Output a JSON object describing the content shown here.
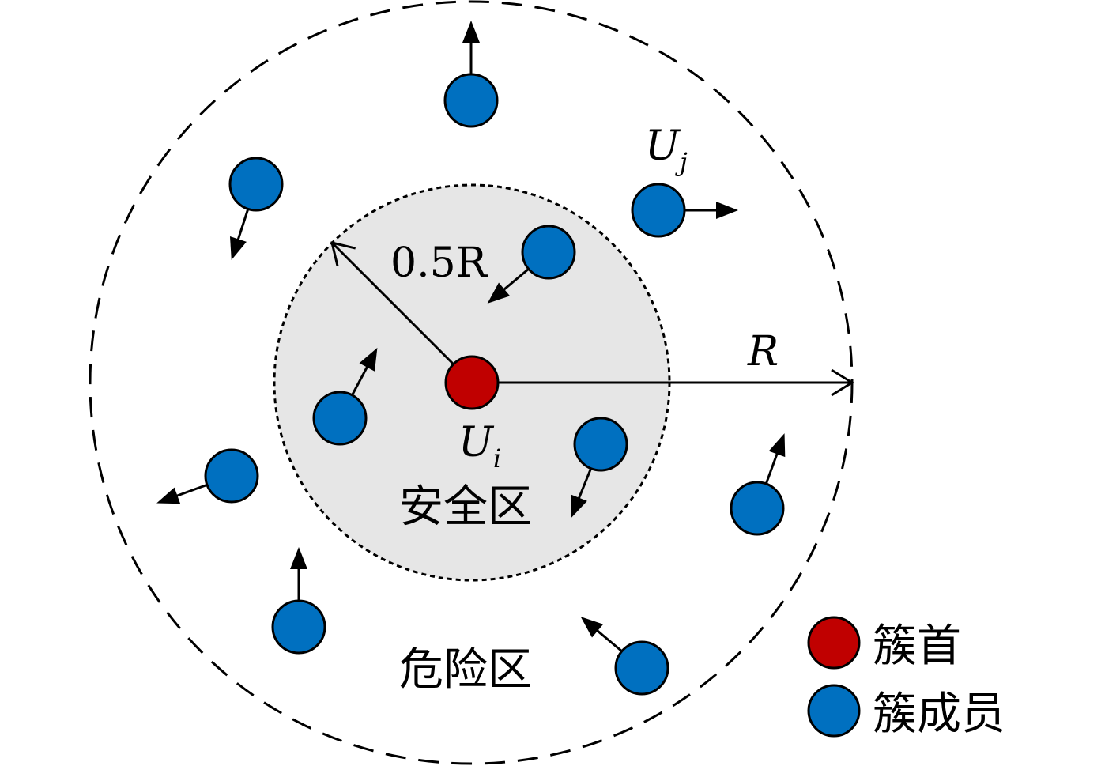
{
  "labels": {
    "radius_outer": "R",
    "radius_inner": "0.5R",
    "head_var": "U",
    "head_sub": "i",
    "member_var": "U",
    "member_sub": "j",
    "safe_zone": "安全区",
    "danger_zone": "危险区"
  },
  "legend": {
    "items": [
      {
        "label": "簇首",
        "color": "#c00000"
      },
      {
        "label": "簇成员",
        "color": "#0070c0"
      }
    ]
  },
  "colors": {
    "head": "#c00000",
    "member": "#0070c0",
    "safe_fill": "#e6e6e6",
    "stroke": "#000000"
  },
  "nodes": {
    "members": [
      {
        "id": 1,
        "dir_deg": -90
      },
      {
        "id": 2,
        "dir_deg": 0
      },
      {
        "id": 3,
        "dir_deg": 108
      },
      {
        "id": 4,
        "dir_deg": 140
      },
      {
        "id": 5,
        "dir_deg": -62
      },
      {
        "id": 6,
        "dir_deg": 112
      },
      {
        "id": 7,
        "dir_deg": 160
      },
      {
        "id": 8,
        "dir_deg": -70
      },
      {
        "id": 9,
        "dir_deg": -90
      },
      {
        "id": 10,
        "dir_deg": -140
      }
    ]
  }
}
